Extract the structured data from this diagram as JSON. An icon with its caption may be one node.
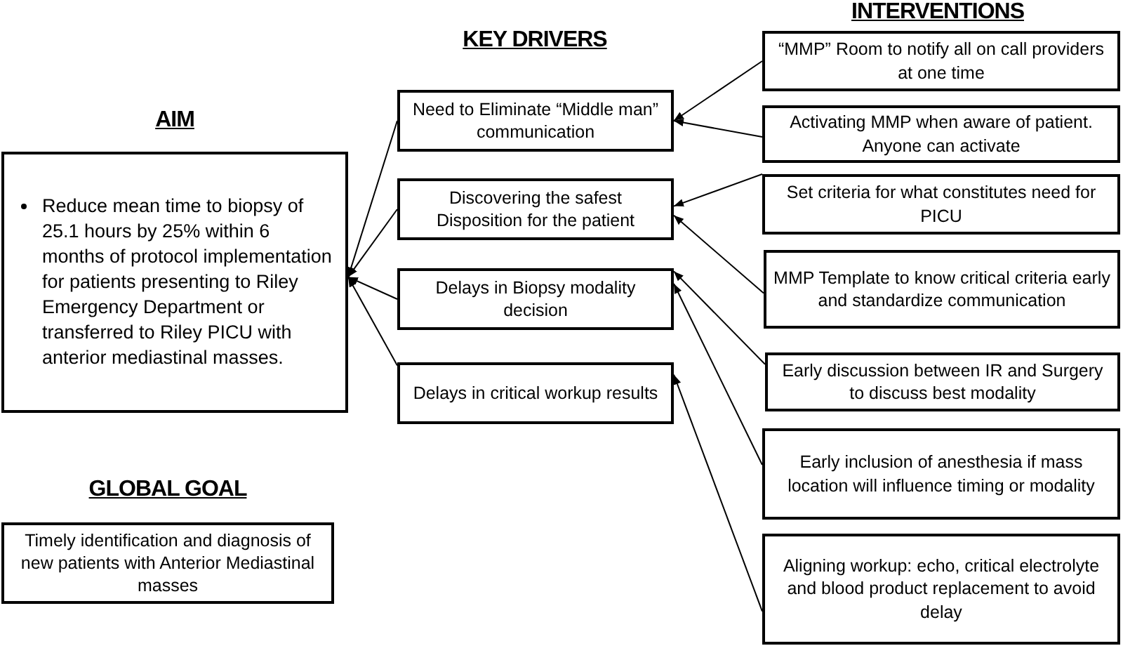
{
  "diagram": {
    "nodes": [
      {
        "text": [
          "AIM",
          "Reduce mean time to biopsy of 25.1 hours by 25% within 6 months of protocol implementation for patients presenting to Riley Emergency Department or transferred to Riley PICU with anterior mediastinal masses."
        ]
      },
      {
        "text": [
          "GLOBAL GOAL",
          "Timely identification and diagnosis of new patients with Anterior Mediastinal masses"
        ]
      },
      {
        "text": [
          "Need to Eliminate “Middle man” communication"
        ]
      },
      {
        "text": [
          "Discovering the safest Disposition for the patient"
        ]
      },
      {
        "text": [
          "Delays in Biopsy modality decision"
        ]
      },
      {
        "text": [
          "Delays in critical workup results"
        ]
      },
      {
        "text": [
          "“MMP” Room to notify all on call providers at one time"
        ]
      },
      {
        "text": [
          "Activating MMP when aware of patient. Anyone can activate"
        ]
      },
      {
        "text": [
          "Set criteria for what constitutes need for PICU"
        ]
      },
      {
        "text": [
          "MMP Template to know critical criteria early and standardize communication"
        ]
      },
      {
        "text": [
          "Early discussion between IR and Surgery to discuss best modality"
        ]
      },
      {
        "text": [
          "Early inclusion of anesthesia if mass location will influence timing or modality"
        ]
      },
      {
        "text": [
          "Aligning workup: echo, critical electrolyte and blood product replacement to avoid delay"
        ]
      }
    ],
    "edges": [
      {
        "from": 2,
        "to": 0,
        "arrow": "to"
      },
      {
        "from": 3,
        "to": 0,
        "arrow": "to"
      },
      {
        "from": 4,
        "to": 0,
        "arrow": "to"
      },
      {
        "from": 5,
        "to": 0,
        "arrow": "to"
      },
      {
        "from": 6,
        "to": 2,
        "arrow": "to"
      },
      {
        "from": 7,
        "to": 2,
        "arrow": "to"
      },
      {
        "from": 8,
        "to": 3,
        "arrow": "to"
      },
      {
        "from": 9,
        "to": 3,
        "arrow": "to"
      },
      {
        "from": 10,
        "to": 4,
        "arrow": "to"
      },
      {
        "from": 11,
        "to": 4,
        "arrow": "to"
      },
      {
        "from": 12,
        "to": 5,
        "arrow": "to"
      }
    ],
    "labels": [
      "INTERVENTIONS",
      "KEY DRIVERS"
    ]
  }
}
